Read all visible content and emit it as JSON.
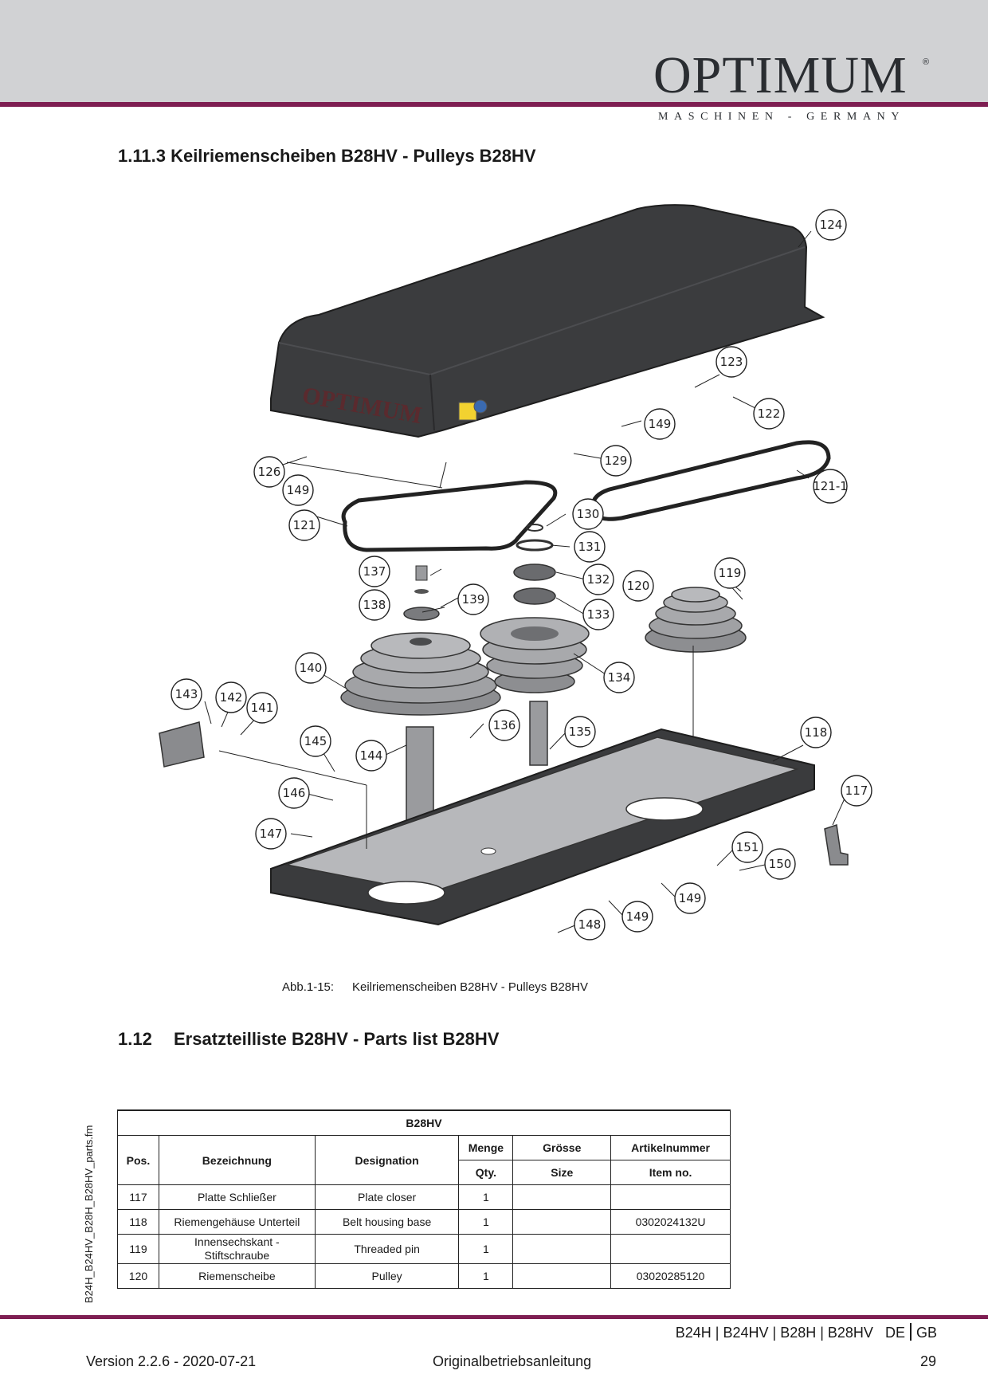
{
  "header": {
    "logo_text": "OPTIMUM",
    "logo_reg": "®",
    "logo_sub": "MASCHINEN - GERMANY",
    "brand_color": "#7e1e52"
  },
  "section_1": {
    "title": "1.11.3 Keilriemenscheiben B28HV - Pulleys B28HV"
  },
  "drawing": {
    "cover_logo": "OPTIMUM",
    "callouts": [
      "124",
      "123",
      "122",
      "149",
      "129",
      "126",
      "149",
      "121-1",
      "121",
      "130",
      "131",
      "132",
      "133",
      "137",
      "138",
      "139",
      "120",
      "119",
      "134",
      "140",
      "143",
      "142",
      "141",
      "136",
      "135",
      "145",
      "144",
      "118",
      "146",
      "117",
      "147",
      "151",
      "150",
      "149",
      "149",
      "148"
    ]
  },
  "caption": {
    "number": "Abb.1-15:",
    "text": "Keilriemenscheiben B28HV - Pulleys B28HV"
  },
  "section_2": {
    "number": "1.12",
    "title": "Ersatzteilliste B28HV - Parts list B28HV"
  },
  "side_text": "B24H_B24HV_B28H_B28HV_parts.fm",
  "table": {
    "model": "B28HV",
    "headers": {
      "pos": "Pos.",
      "bezeichnung": "Bezeichnung",
      "designation": "Designation",
      "menge": "Menge",
      "qty": "Qty.",
      "groesse": "Grösse",
      "size": "Size",
      "artikelnummer": "Artikelnummer",
      "item_no": "Item no."
    },
    "rows": [
      {
        "pos": "117",
        "bezeichnung": "Platte Schließer",
        "designation": "Plate closer",
        "qty": "1",
        "size": "",
        "item_no": ""
      },
      {
        "pos": "118",
        "bezeichnung": "Riemengehäuse Unterteil",
        "designation": "Belt housing base",
        "qty": "1",
        "size": "",
        "item_no": "0302024132U"
      },
      {
        "pos": "119",
        "bezeichnung": "Innensechskant - Stiftschraube",
        "designation": "Threaded pin",
        "qty": "1",
        "size": "",
        "item_no": ""
      },
      {
        "pos": "120",
        "bezeichnung": "Riemenscheibe",
        "designation": "Pulley",
        "qty": "1",
        "size": "",
        "item_no": "03020285120"
      }
    ]
  },
  "footer": {
    "models": [
      "B24H",
      "B24HV",
      "B28H",
      "B28HV"
    ],
    "lang_de": "DE",
    "lang_gb": "GB",
    "version": "Version 2.2.6 - 2020-07-21",
    "center": "Originalbetriebsanleitung",
    "page": "29"
  }
}
